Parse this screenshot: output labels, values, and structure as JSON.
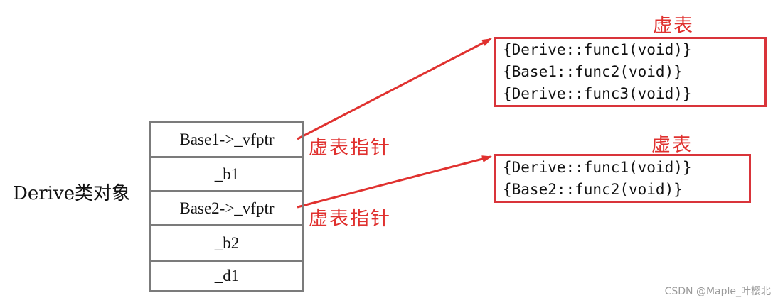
{
  "object": {
    "label": "Derive类对象",
    "cells": [
      "Base1->_vfptr",
      "_b1",
      "Base2->_vfptr",
      "_b2",
      "_d1"
    ]
  },
  "vtable1": {
    "title": "虚表",
    "entries": [
      "{Derive::func1(void)}",
      "{Base1::func2(void)}",
      "{Derive::func3(void)}"
    ]
  },
  "vtable2": {
    "title": "虚表",
    "entries": [
      "{Derive::func1(void)}",
      "{Base2::func2(void)}"
    ]
  },
  "pointer_labels": [
    "虚表指针",
    "虚表指针"
  ],
  "watermark": "CSDN @Maple_叶樱北",
  "colors": {
    "accent": "#e0312f",
    "border_gray": "#7b7b7b"
  }
}
